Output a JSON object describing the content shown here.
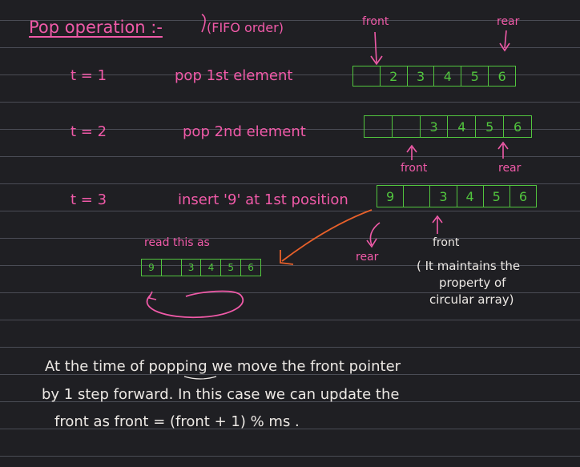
{
  "heading": {
    "title": "Pop operation :-",
    "subtitle": "(FIFO order)"
  },
  "pointer_labels": {
    "front_top": "front",
    "rear_top": "rear",
    "front_t2": "front",
    "rear_t2": "rear",
    "front_t3": "front",
    "rear_t3": "rear"
  },
  "steps": [
    {
      "time": "t = 1",
      "action": "pop 1st element",
      "cells": [
        "",
        "2",
        "3",
        "4",
        "5",
        "6"
      ]
    },
    {
      "time": "t = 2",
      "action": "pop 2nd element",
      "cells": [
        "",
        "",
        "3",
        "4",
        "5",
        "6"
      ]
    },
    {
      "time": "t = 3",
      "action": "insert '9' at 1st position",
      "cells": [
        "9",
        "",
        "3",
        "4",
        "5",
        "6"
      ]
    }
  ],
  "read_note": {
    "label": "read this as",
    "cells": [
      "9",
      "",
      "3",
      "4",
      "5",
      "6"
    ]
  },
  "circular_note": [
    "( It maintains the",
    "property of",
    "circular array)"
  ],
  "summary": [
    "At the time of popping we move the front pointer",
    "by 1 step forward. In this case we can update the",
    "front   as   front = (front + 1) % ms ."
  ],
  "colors": {
    "background": "#1f1f23",
    "pink": "#f05aa8",
    "green": "#52c63e",
    "orange": "#e8602a",
    "white": "#ece8e4"
  }
}
